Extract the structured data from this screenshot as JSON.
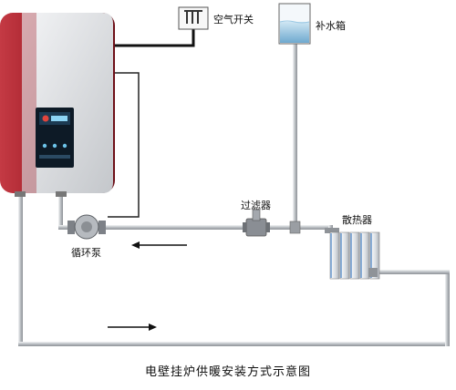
{
  "labels": {
    "air_switch": "空气开关",
    "makeup_tank": "补水箱",
    "filter": "过滤器",
    "radiator": "散热器",
    "pump": "循环泵"
  },
  "caption": "电壁挂炉供暖安装方式示意图",
  "colors": {
    "boiler_red": "#9e1b25",
    "boiler_panel": "#d7d9dc",
    "pipe": "#c9ccd0",
    "water": "#7fb6d8",
    "display": "#0d1a26"
  }
}
